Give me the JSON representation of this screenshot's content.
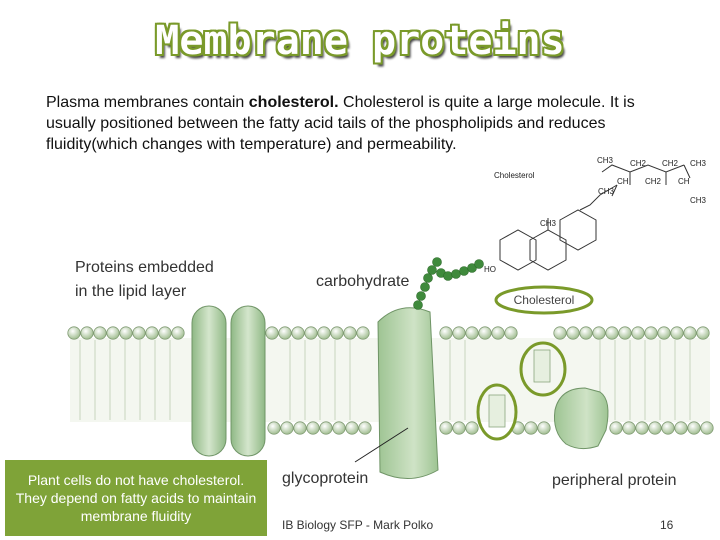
{
  "slide": {
    "title": "Membrane proteins",
    "body_intro": "Plasma membranes contain ",
    "body_bold": "cholesterol.",
    "body_rest": "  Cholesterol is quite a large molecule. It is usually positioned between the fatty acid tails of the phospholipids and reduces fluidity(which changes with temperature) and permeability.",
    "note": "Plant cells do not have cholesterol. They depend on fatty acids to maintain membrane fluidity",
    "footer_left": "IB Biology SFP - Mark Polko",
    "page_number": "16"
  },
  "diagram": {
    "label_proteins_line1": "Proteins embedded",
    "label_proteins_line2": "in the lipid layer",
    "label_carbohydrate": "carbohydrate",
    "label_cholesterol": "Cholesterol",
    "label_glycoprotein": "glycoprotein",
    "label_peripheral": "peripheral protein"
  },
  "molecule": {
    "label": "Cholesterol",
    "ch3_1": "CH3",
    "ch2_1": "CH2",
    "ch2_2": "CH2",
    "ch3_2": "CH3",
    "ch_1": "CH",
    "ch2_3": "CH2",
    "ch_2": "CH",
    "ch3_3": "CH3",
    "ch3_4": "CH3",
    "ch3_5": "CH3",
    "ho": "HO"
  },
  "colors": {
    "accent_green": "#7fa338",
    "protein_green": "#a6c99a",
    "highlight_ring": "#7a9a2a"
  }
}
